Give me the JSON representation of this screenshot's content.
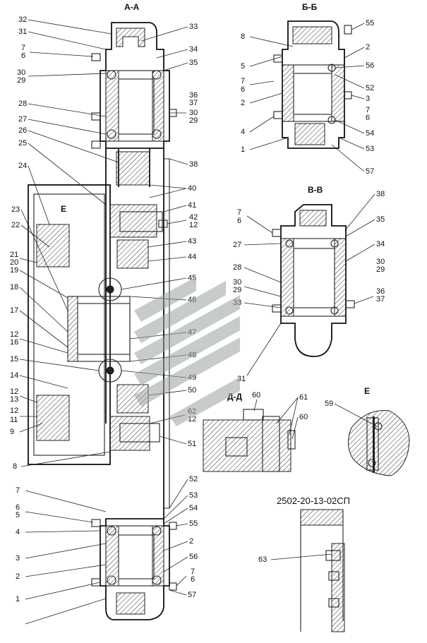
{
  "sections": {
    "aa": "А-А",
    "bb": "Б-Б",
    "vv": "В-В",
    "dd": "Д-Д",
    "e": "Е",
    "e_inner": "Е"
  },
  "drawing_number": "2502-20-13-02СП",
  "callouts_left": [
    "32",
    "31",
    "7",
    "6",
    "30",
    "29",
    "28",
    "27",
    "26",
    "25",
    "24",
    "23",
    "22",
    "21",
    "20",
    "19",
    "18",
    "17",
    "12",
    "16",
    "15",
    "14",
    "12",
    "13",
    "12",
    "11",
    "9",
    "8",
    "7",
    "6",
    "5",
    "4",
    "3",
    "2",
    "1"
  ],
  "callouts_aa_right": [
    "33",
    "34",
    "35",
    "36",
    "37",
    "30",
    "29",
    "38",
    "40",
    "41",
    "42",
    "12",
    "43",
    "44",
    "45",
    "46",
    "47",
    "48",
    "49",
    "50",
    "62",
    "12",
    "51",
    "52",
    "53",
    "54",
    "55",
    "2",
    "56",
    "7",
    "6",
    "57"
  ],
  "callouts_bb": [
    "8",
    "5",
    "7",
    "6",
    "2",
    "4",
    "1",
    "55",
    "2",
    "56",
    "52",
    "3",
    "7",
    "6",
    "54",
    "53",
    "57"
  ],
  "callouts_vv": [
    "38",
    "35",
    "7",
    "6",
    "27",
    "34",
    "28",
    "30",
    "29",
    "30",
    "29",
    "33",
    "36",
    "37",
    "31"
  ],
  "callouts_dd": [
    "60",
    "61",
    "60"
  ],
  "callouts_e": [
    "59"
  ],
  "callouts_spec": [
    "63"
  ]
}
